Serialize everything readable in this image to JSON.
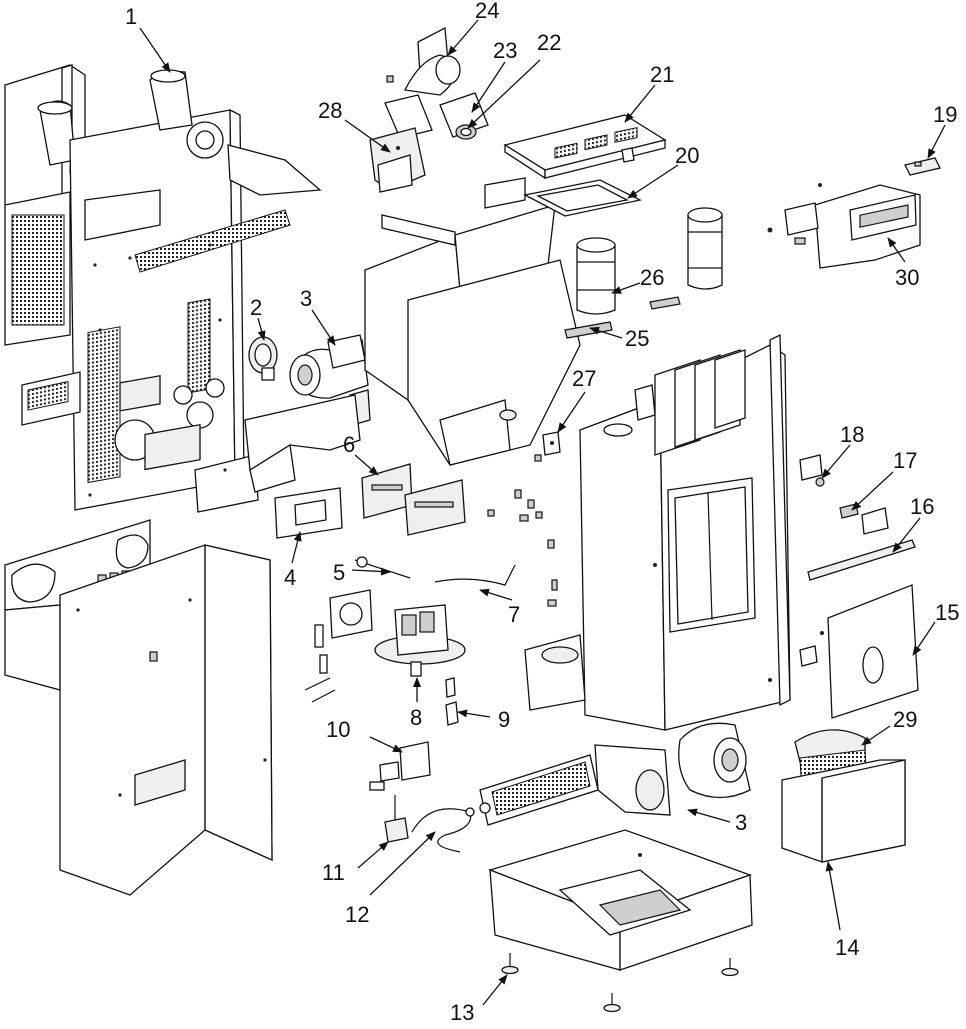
{
  "callouts": [
    {
      "id": "c1",
      "label": "1"
    },
    {
      "id": "c2",
      "label": "2"
    },
    {
      "id": "c3a",
      "label": "3"
    },
    {
      "id": "c3b",
      "label": "3"
    },
    {
      "id": "c4",
      "label": "4"
    },
    {
      "id": "c5",
      "label": "5"
    },
    {
      "id": "c6",
      "label": "6"
    },
    {
      "id": "c7",
      "label": "7"
    },
    {
      "id": "c8",
      "label": "8"
    },
    {
      "id": "c9",
      "label": "9"
    },
    {
      "id": "c10",
      "label": "10"
    },
    {
      "id": "c11",
      "label": "11"
    },
    {
      "id": "c12",
      "label": "12"
    },
    {
      "id": "c13",
      "label": "13"
    },
    {
      "id": "c14",
      "label": "14"
    },
    {
      "id": "c15",
      "label": "15"
    },
    {
      "id": "c16",
      "label": "16"
    },
    {
      "id": "c17",
      "label": "17"
    },
    {
      "id": "c18",
      "label": "18"
    },
    {
      "id": "c19",
      "label": "19"
    },
    {
      "id": "c20",
      "label": "20"
    },
    {
      "id": "c21",
      "label": "21"
    },
    {
      "id": "c22",
      "label": "22"
    },
    {
      "id": "c23",
      "label": "23"
    },
    {
      "id": "c24",
      "label": "24"
    },
    {
      "id": "c25",
      "label": "25"
    },
    {
      "id": "c26",
      "label": "26"
    },
    {
      "id": "c27",
      "label": "27"
    },
    {
      "id": "c28",
      "label": "28"
    },
    {
      "id": "c29",
      "label": "29"
    },
    {
      "id": "c30",
      "label": "30"
    }
  ]
}
